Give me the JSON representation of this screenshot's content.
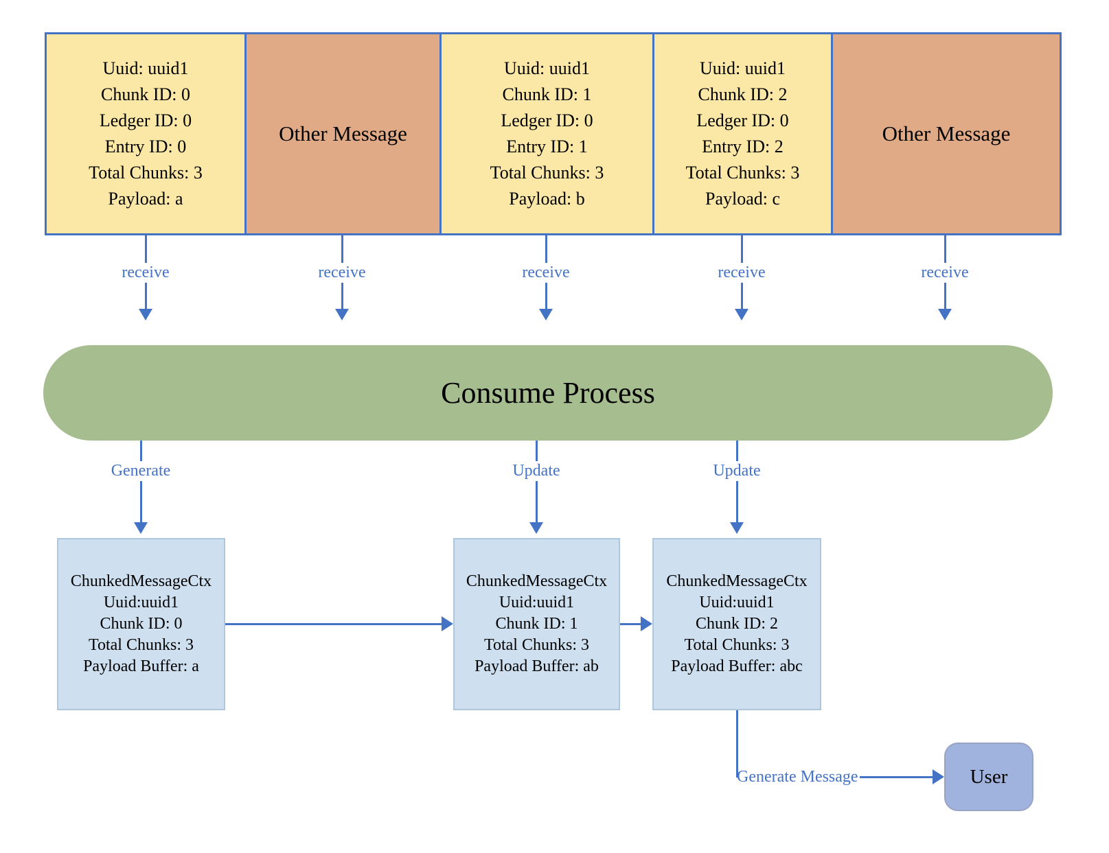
{
  "colors": {
    "accent": "#4472C4",
    "chunk-bg": "#FCE8A6",
    "other-bg": "#E0AA87",
    "process-bg": "#A6BD8F",
    "ctx-bg": "#CEE0F0",
    "ctx-border": "#AFC7DD",
    "user-bg": "#A0B3DE",
    "user-border": "#98A4C2"
  },
  "labels": {
    "receive": "receive",
    "generate": "Generate",
    "update": "Update",
    "generate_message": "Generate Message"
  },
  "process": {
    "title": "Consume Process"
  },
  "user": {
    "title": "User"
  },
  "messages": [
    {
      "kind": "chunk",
      "lines": [
        "Uuid: uuid1",
        "Chunk ID: 0",
        "Ledger ID: 0",
        "Entry ID: 0",
        "Total Chunks: 3",
        "Payload: a"
      ]
    },
    {
      "kind": "other",
      "label": "Other Message"
    },
    {
      "kind": "chunk",
      "lines": [
        "Uuid: uuid1",
        "Chunk ID: 1",
        "Ledger ID: 0",
        "Entry ID: 1",
        "Total Chunks: 3",
        "Payload: b"
      ]
    },
    {
      "kind": "chunk",
      "lines": [
        "Uuid: uuid1",
        "Chunk ID: 2",
        "Ledger ID: 0",
        "Entry ID: 2",
        "Total Chunks: 3",
        "Payload: c"
      ]
    },
    {
      "kind": "other",
      "label": "Other Message"
    }
  ],
  "contexts": [
    {
      "lines": [
        "ChunkedMessageCtx",
        "Uuid:uuid1",
        "Chunk ID: 0",
        "Total Chunks: 3",
        "Payload Buffer: a"
      ]
    },
    {
      "lines": [
        "ChunkedMessageCtx",
        "Uuid:uuid1",
        "Chunk ID: 1",
        "Total Chunks: 3",
        "Payload Buffer: ab"
      ]
    },
    {
      "lines": [
        "ChunkedMessageCtx",
        "Uuid:uuid1",
        "Chunk ID: 2",
        "Total Chunks: 3",
        "Payload Buffer: abc"
      ]
    }
  ]
}
